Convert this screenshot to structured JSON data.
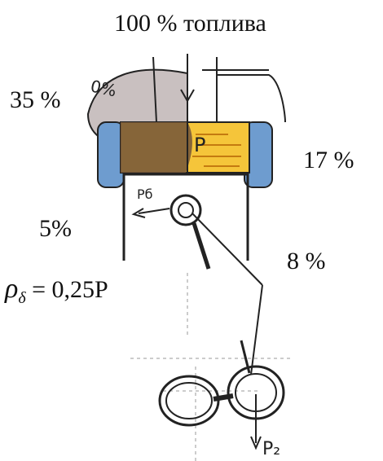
{
  "title": "100 % топлива",
  "labels": {
    "exhaust_loss": "35 %",
    "cooling_loss": "17   %",
    "friction_loss": "5%",
    "other_loss": "8 %",
    "formula_symbol": "ρ",
    "formula_subscript": "δ",
    "formula_rest": " = 0,25P"
  },
  "sketch_text": {
    "exhaust_partial": "0%",
    "gas_force": "P",
    "side_force": "Pб",
    "bottom_force": "P₂"
  },
  "colors": {
    "exhaust_gas": "#c9c0c0",
    "exhaust_dark": "#7a5a3a",
    "combustion": "#f5c53a",
    "coolant": "#6e9ccf",
    "line": "#222222",
    "dashed": "#9a9a9a"
  }
}
